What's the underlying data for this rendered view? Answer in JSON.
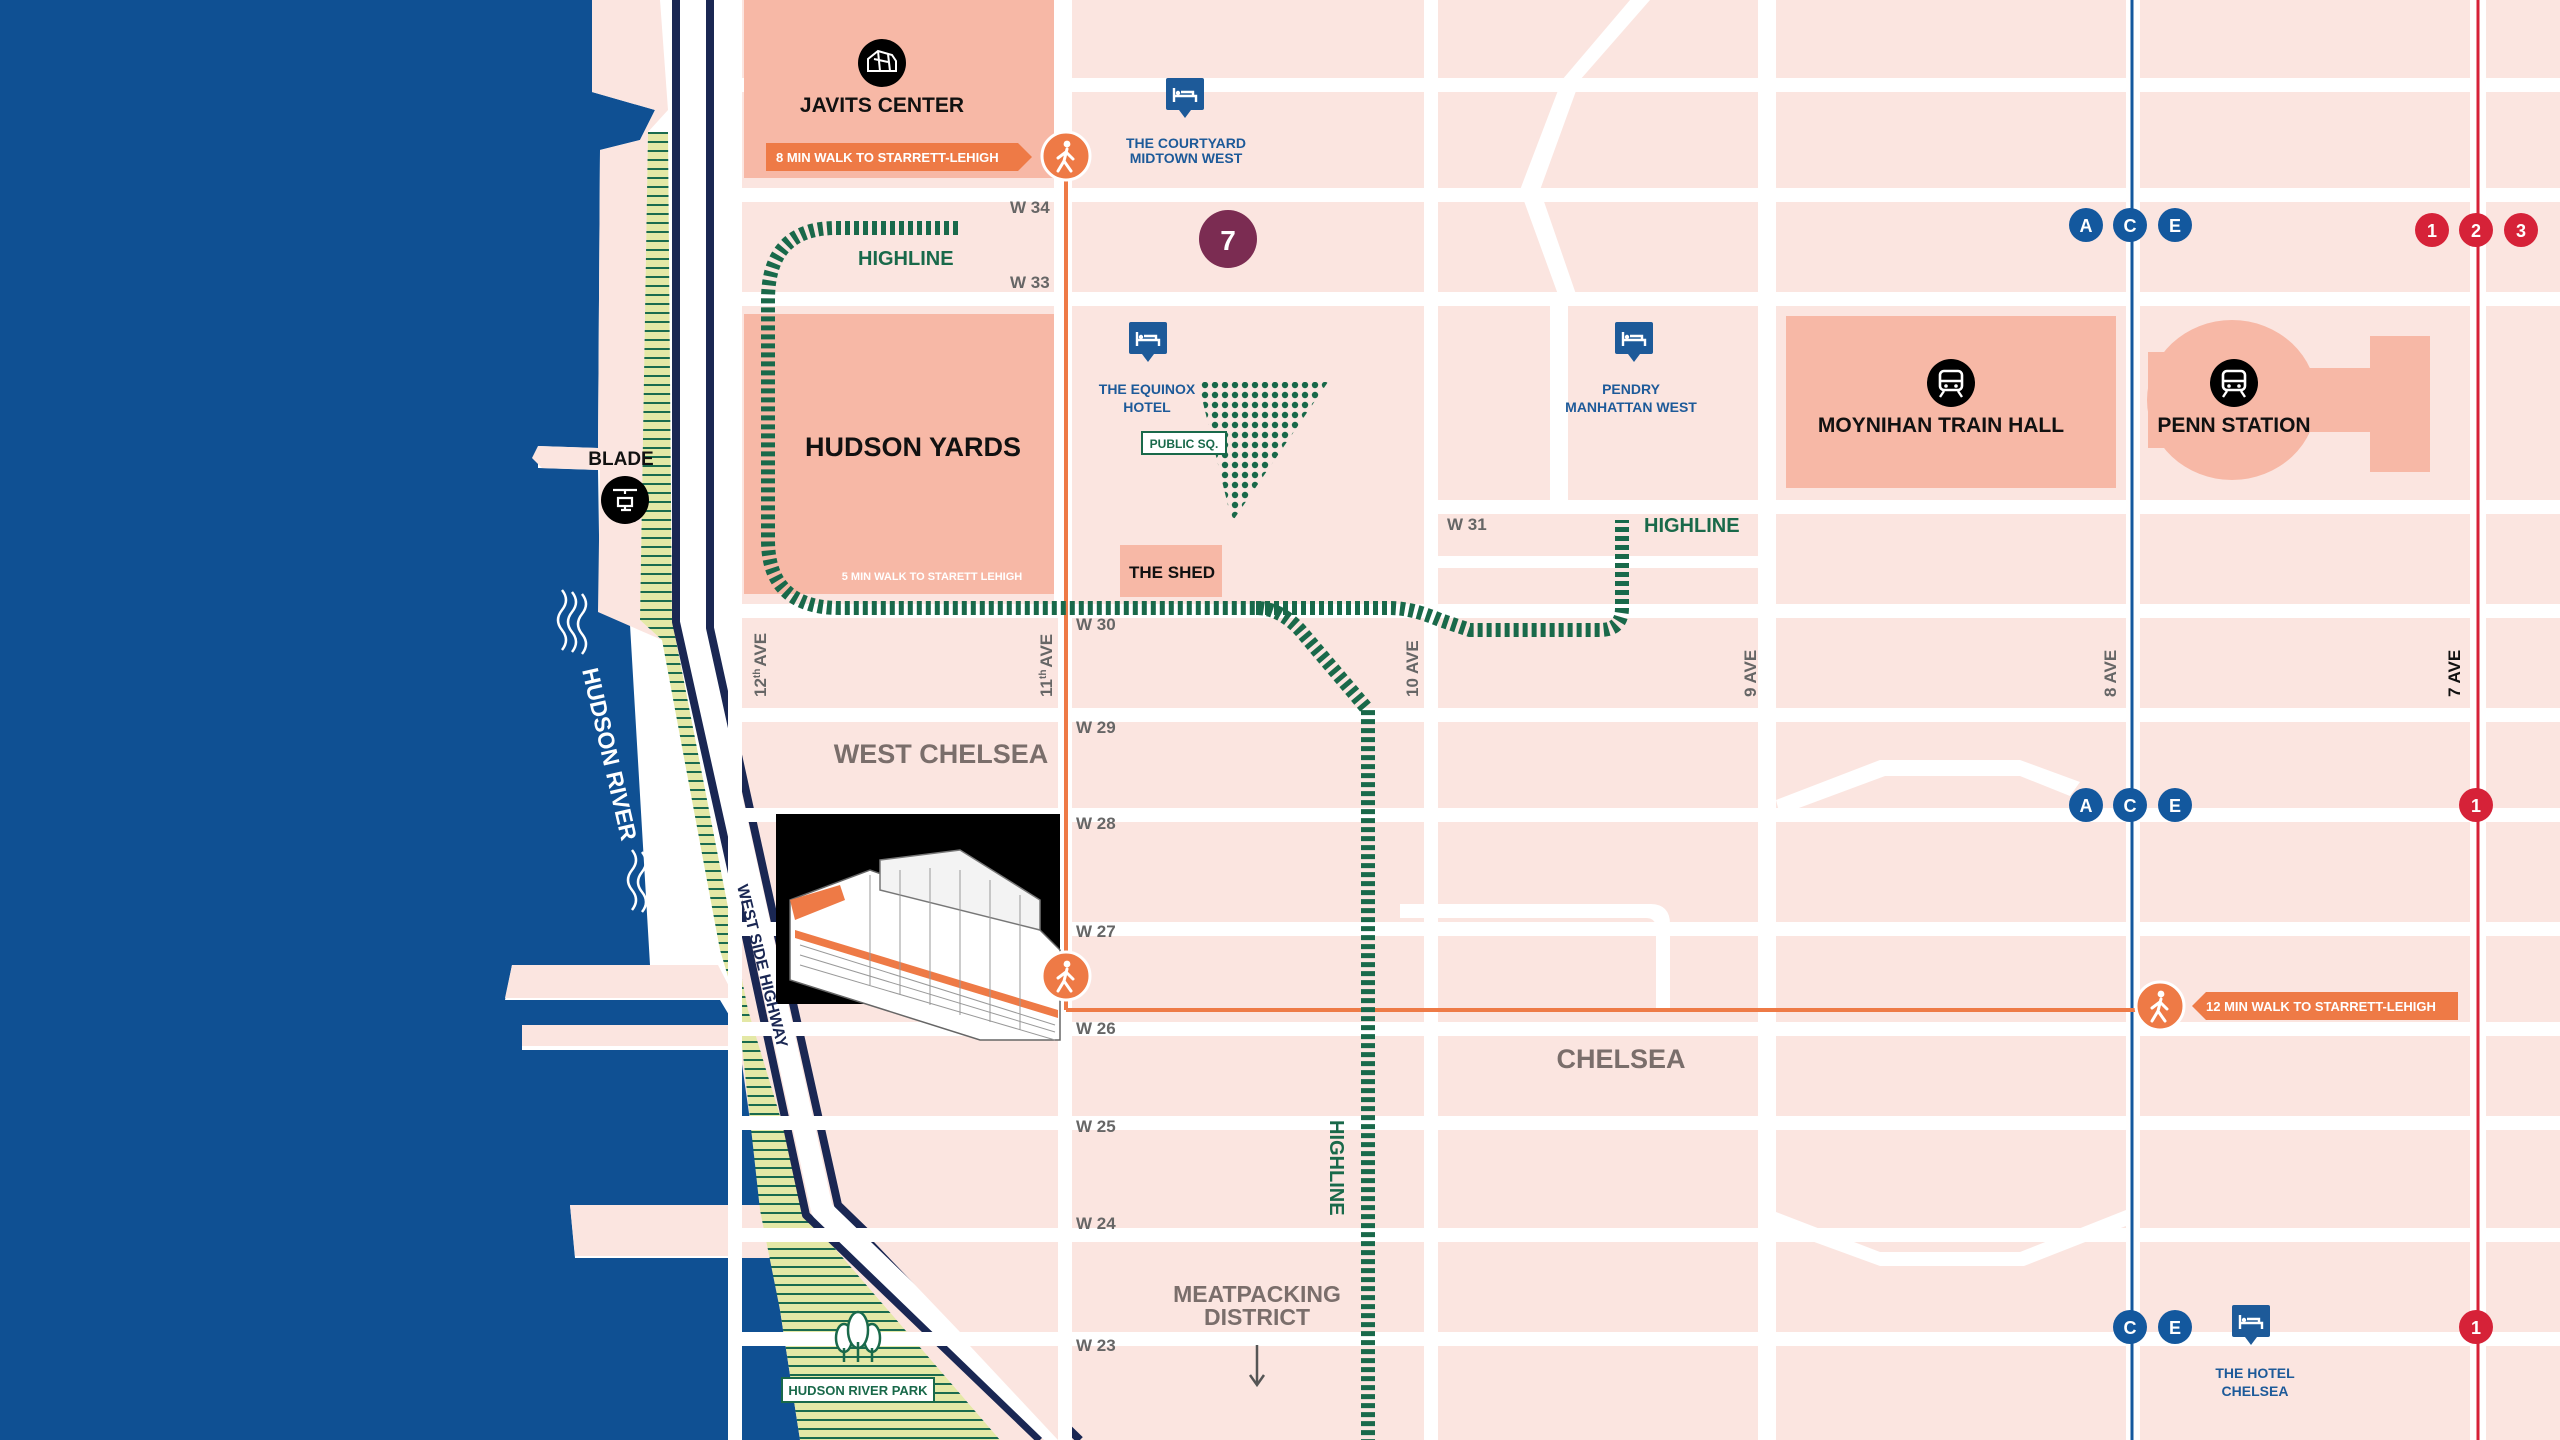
{
  "colors": {
    "river": "#0f5093",
    "block": "#fbe5e0",
    "street": "#ffffff",
    "landmark": "#f7b8a6",
    "orange": "#ee7a46",
    "highline": "#19694a",
    "park": "#e4e8a6",
    "hotel": "#1d5a99",
    "subway_blue": "#13589e",
    "subway_red": "#d62238",
    "line_7": "#7b2c52",
    "highway": "#1a2753"
  },
  "landmarks": {
    "javits": "JAVITS CENTER",
    "hudson_yards": "HUDSON YARDS",
    "moynihan": "MOYNIHAN TRAIN HALL",
    "penn": "PENN STATION",
    "shed": "THE SHED",
    "public_sq": "PUBLIC SQ.",
    "blade": "BLADE",
    "hudson_river_park": "HUDSON RIVER PARK"
  },
  "walks": {
    "javits": "8 MIN WALK TO STARRETT-LEHIGH",
    "hudson_yards": "5 MIN WALK TO STARETT LEHIGH",
    "penn": "12 MIN WALK TO STARRETT-LEHIGH"
  },
  "hotels": {
    "courtyard_1": "THE COURTYARD",
    "courtyard_2": "MIDTOWN WEST",
    "equinox_1": "THE EQUINOX",
    "equinox_2": "HOTEL",
    "pendry_1": "PENDRY",
    "pendry_2": "MANHATTAN WEST",
    "chelsea_1": "THE HOTEL",
    "chelsea_2": "CHELSEA"
  },
  "neighborhoods": {
    "west_chelsea": "WEST CHELSEA",
    "chelsea": "CHELSEA",
    "meatpacking_1": "MEATPACKING",
    "meatpacking_2": "DISTRICT"
  },
  "river_label": "HUDSON RIVER",
  "highway_label": "WEST SIDE HIGHWAY",
  "highline_label": "HIGHLINE",
  "streets": {
    "w34": "W 34",
    "w33": "W 33",
    "w31": "W 31",
    "w30": "W 30",
    "w29": "W 29",
    "w28": "W 28",
    "w27": "W 27",
    "w26": "W 26",
    "w25": "W 25",
    "w24": "W 24",
    "w23": "W 23"
  },
  "avenues": {
    "ave12": "12",
    "ave12_sup": "th",
    "ave12_word": "AVE",
    "ave11": "11",
    "ave11_sup": "th",
    "ave11_word": "AVE",
    "ave10": "10 AVE",
    "ave9": "9 AVE",
    "ave8": "8 AVE",
    "ave7": "7 AVE"
  },
  "subway": {
    "line7": "7",
    "a": "A",
    "c": "C",
    "e": "E",
    "one": "1",
    "two": "2",
    "three": "3"
  },
  "icons": {
    "walk": "pedestrian-icon",
    "hotel": "bed-icon",
    "train": "train-icon",
    "heli": "helicopter-icon",
    "arena": "convention-center-icon",
    "tree": "tree-icon"
  }
}
